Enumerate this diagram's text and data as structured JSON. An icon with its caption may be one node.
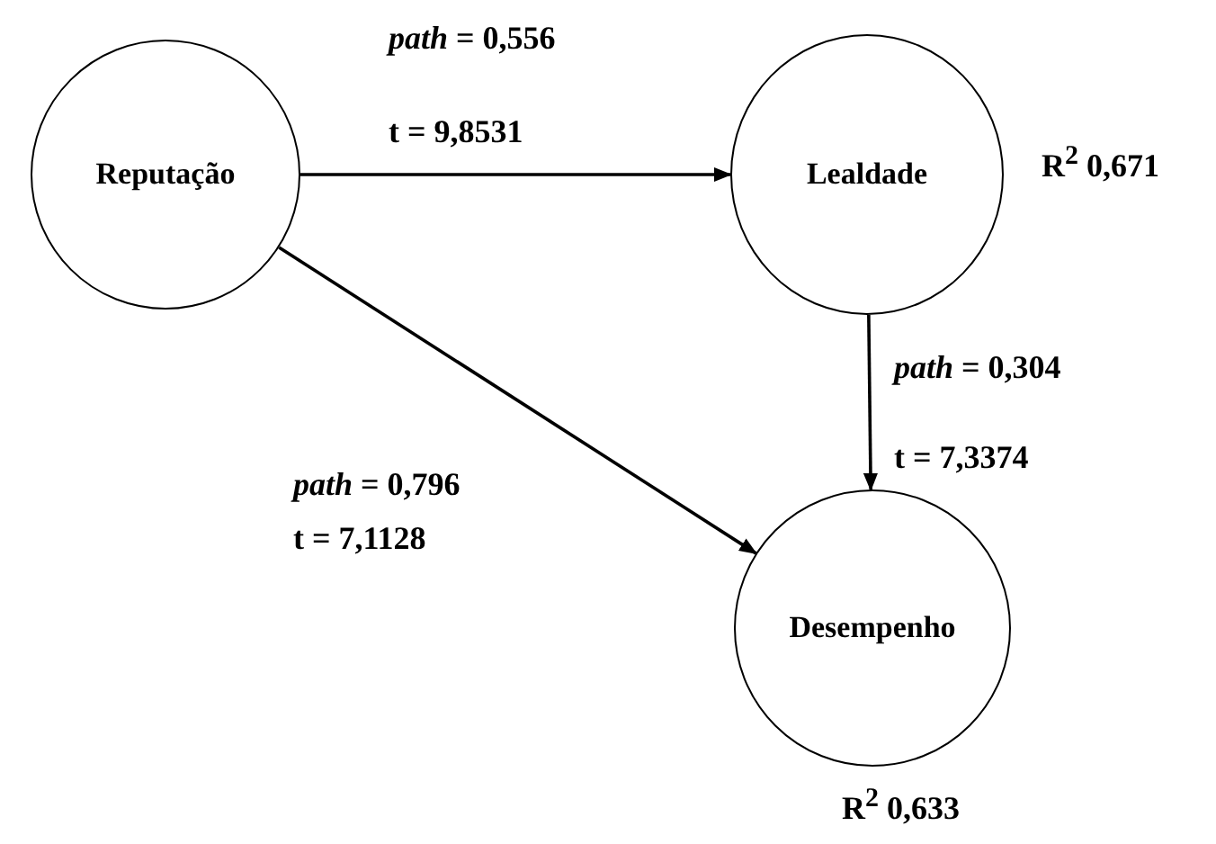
{
  "diagram": {
    "nodes": [
      {
        "text": [
          "Reputação"
        ]
      },
      {
        "text": [
          "Lealdade"
        ],
        "beside": [
          "R$^{2}$ 0,671"
        ]
      },
      {
        "text": [
          "Desempenho"
        ],
        "beside": [
          "R$^{2}$ 0,633"
        ]
      }
    ],
    "edges": [
      {
        "from": 0,
        "to": 1,
        "arrow": "to",
        "label": "*path* = 0,556"
      },
      {
        "from": 0,
        "to": 2,
        "arrow": "to",
        "label": "*path* = 0,796"
      },
      {
        "from": 1,
        "to": 2,
        "arrow": "to",
        "label": "*path* = 0,304"
      }
    ],
    "labels": [
      "t = 9,8531",
      "t = 7,3374",
      "t = 7,1128"
    ]
  }
}
